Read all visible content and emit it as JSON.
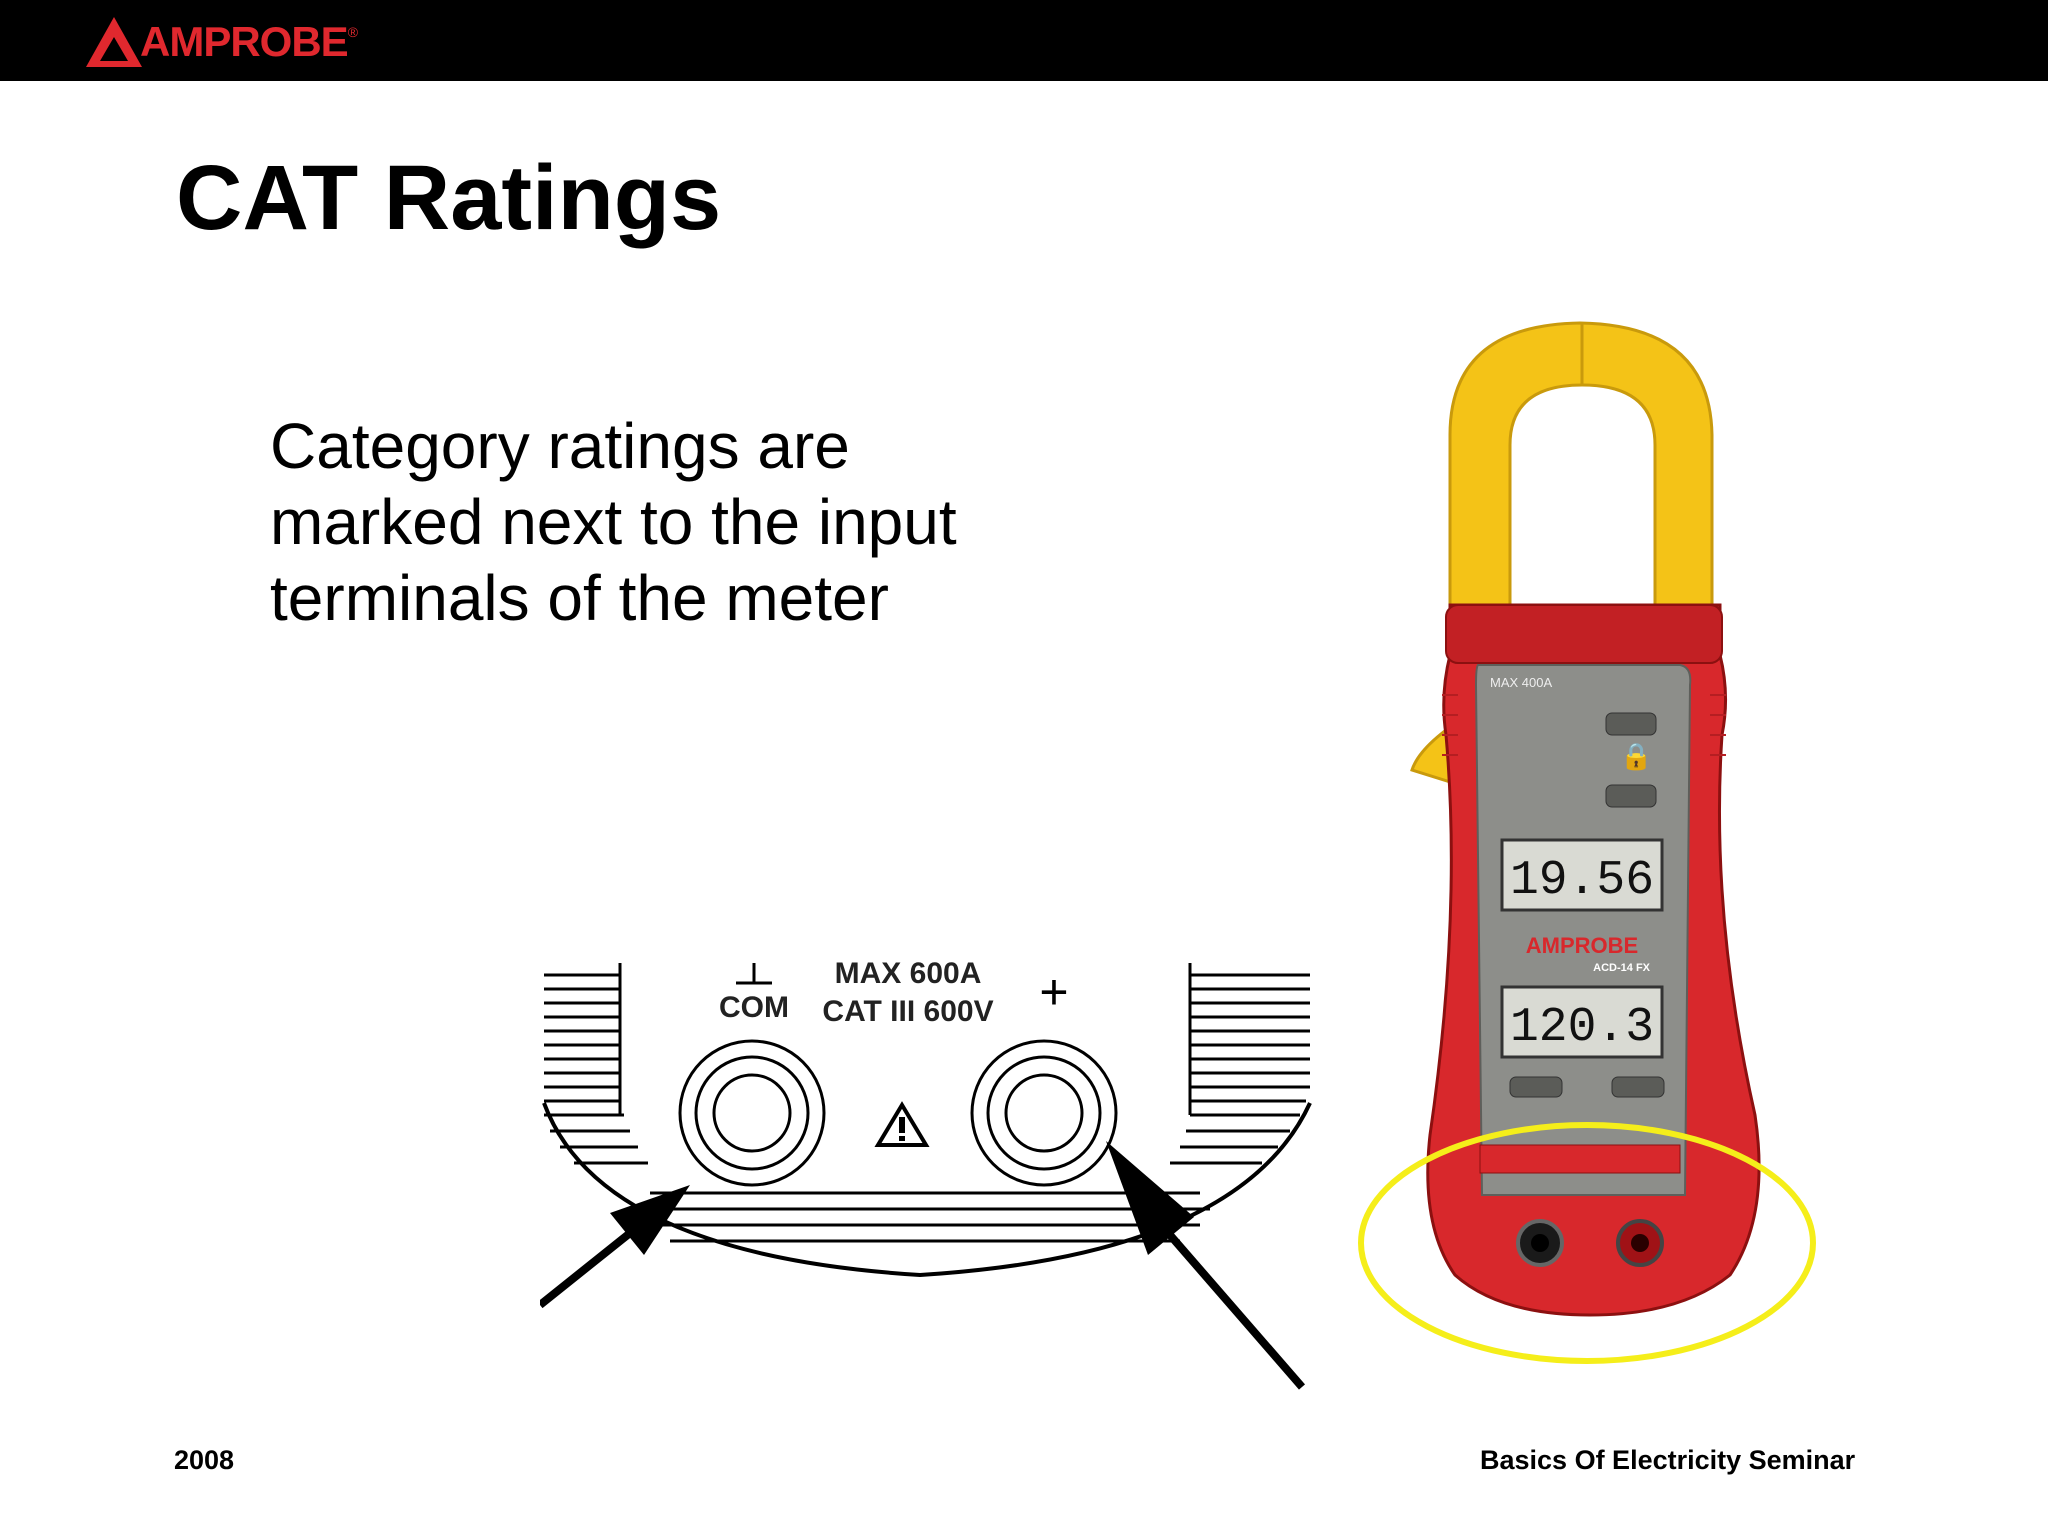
{
  "header": {
    "logo_text": "AMPROBE",
    "logo_reg": "®",
    "brand_color": "#e0282e",
    "bar_color": "#000000"
  },
  "slide": {
    "title": "CAT Ratings",
    "body": "Category ratings are marked next to the input terminals of the meter"
  },
  "terminal_diagram": {
    "com_label": "COM",
    "max_label": "MAX 600A",
    "cat_label": "CAT III 600V",
    "plus_label": "+"
  },
  "meter": {
    "top_label": "MAX 400A",
    "reading_1": "19.56",
    "reading_2": "120.3",
    "brand": "AMPROBE",
    "model": "ACD-14 FX",
    "highlight_color": "#f5ee1a"
  },
  "footer": {
    "year": "2008",
    "seminar": "Basics Of Electricity Seminar"
  }
}
